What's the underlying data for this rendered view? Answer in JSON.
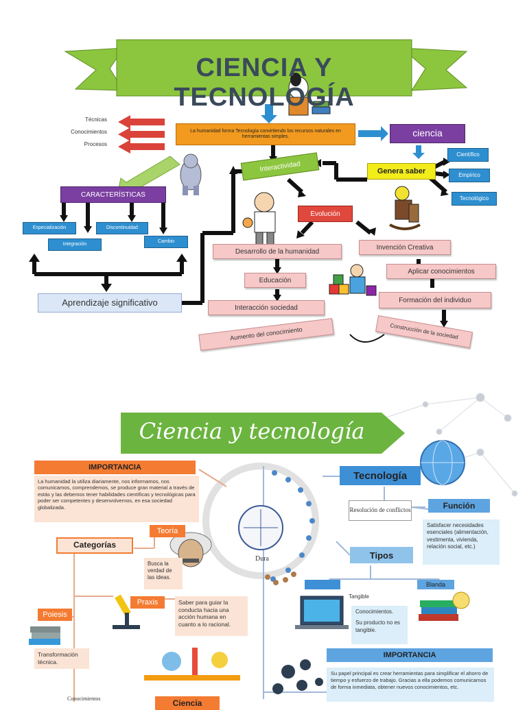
{
  "top": {
    "title": "CIENCIA Y TECNOLOGÍA",
    "left_labels": [
      "Técnicas",
      "Conocimientos",
      "Procesos"
    ],
    "center_text": "La humanidad forma Tecnología convirtiendo los recursos naturales en herramientas simples.",
    "ciencia": "ciencia",
    "genera_saber": "Genera saber",
    "science_types": [
      "Científico",
      "Empírico",
      "Tecnológico"
    ],
    "caracteristicas": "CARACTERÍSTICAS",
    "char_items": [
      "Especialización",
      "Integración",
      "Discontinuidad",
      "Cambio"
    ],
    "interactividad": "Interactividad",
    "evolucion": "Evolución",
    "desarrollo": "Desarrollo de la humanidad",
    "invencion": "Invención Creativa",
    "educacion": "Educación",
    "aplicar": "Aplicar conocimientos",
    "interaccion": "Interacción sociedad",
    "formacion": "Formación del individuo",
    "aprendizaje": "Aprendizaje significativo",
    "aumento": "Aumento del conocimiento",
    "construccion": "Construcción de la sociedad"
  },
  "bottom": {
    "title": "Ciencia y tecnología",
    "importancia1": "IMPORTANCIA",
    "importancia1_text": "La humanidad la utiliza diariamente, nos informamos, nos comunicamos, comprendemos, se produce gran material a través de estás y las debemos tener habilidades científicas y tecnológicas para poder ser competentes y desenvolvernos, en esa sociedad globalizada.",
    "categorias": "Categorías",
    "teoria": "Teoría",
    "teoria_text": "Busca la verdad de las ideas.",
    "praxis": "Praxis",
    "praxis_text": "Saber para guiar la conducta hacia una acción humana en cuanto a lo racional.",
    "poiesis": "Poiesis",
    "poiesis_text": "Transformación técnica.",
    "conocimientos_bottom": "Conocimientos",
    "ciencia_partial": "Ciencia",
    "dura": "Dura",
    "tecnologia": "Tecnología",
    "resolucion": "Resolución de conflictos",
    "funcion": "Función",
    "funcion_text": "Satisfacer necesidades esenciales (alimentación, vestimenta, vivienda, relación social, etc.)",
    "tipos": "Tipos",
    "tangible": "Tangible",
    "blanda": "Blanda",
    "blanda_text1": "Conocimientos.",
    "blanda_text2": "Su producto no es tangible.",
    "importancia2": "IMPORTANCIA",
    "importancia2_text": "Su papel principal es crear herramientas para simplificar el ahorro de tiempo y esfuerzo de trabajo. Gracias a ella podemos comunicarnos de forma inmediata, obtener nuevos conocimientos, etc."
  }
}
